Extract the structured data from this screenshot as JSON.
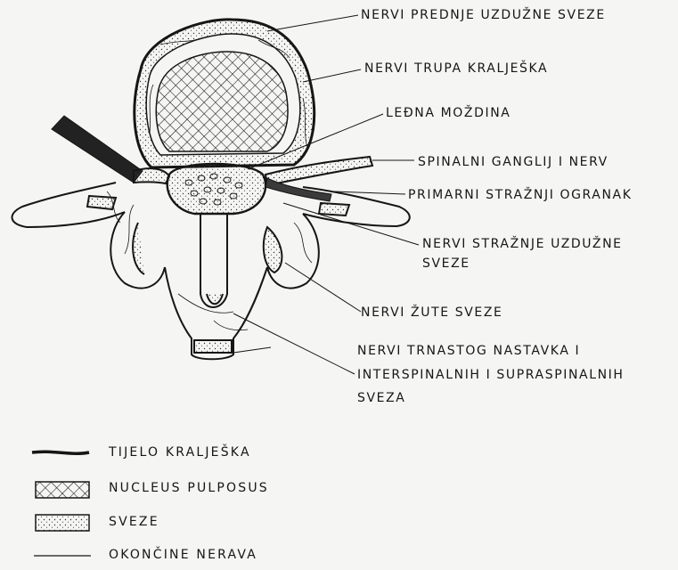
{
  "labels": {
    "l1": "NERVI PREDNJE UZDUŽNE SVEZE",
    "l2": "NERVI TRUPA KRALJEŠKA",
    "l3": "LEĐNA MOŽDINA",
    "l4": "SPINALNI GANGLIJ I NERV",
    "l5": "PRIMARNI STRAŽNJI OGRANAK",
    "l6_line1": "NERVI STRAŽNJE UZDUŽNE",
    "l6_line2": "SVEZE",
    "l7": "NERVI ŽUTE SVEZE",
    "l8_line1": "NERVI TRNASTOG NASTAVKA I",
    "l8_line2": "INTERSPINALNIH I SUPRASPINALNIH",
    "l8_line3": "SVEZA"
  },
  "legend": [
    {
      "key": "tijelo",
      "text": "TIJELO KRALJEŠKA"
    },
    {
      "key": "nucleus",
      "text": "NUCLEUS PULPOSUS"
    },
    {
      "key": "sveze",
      "text": "SVEZE"
    },
    {
      "key": "nerve",
      "text": "OKONČINE NERAVA"
    }
  ],
  "colors": {
    "ink": "#161616",
    "paper": "#f5f5f3"
  }
}
